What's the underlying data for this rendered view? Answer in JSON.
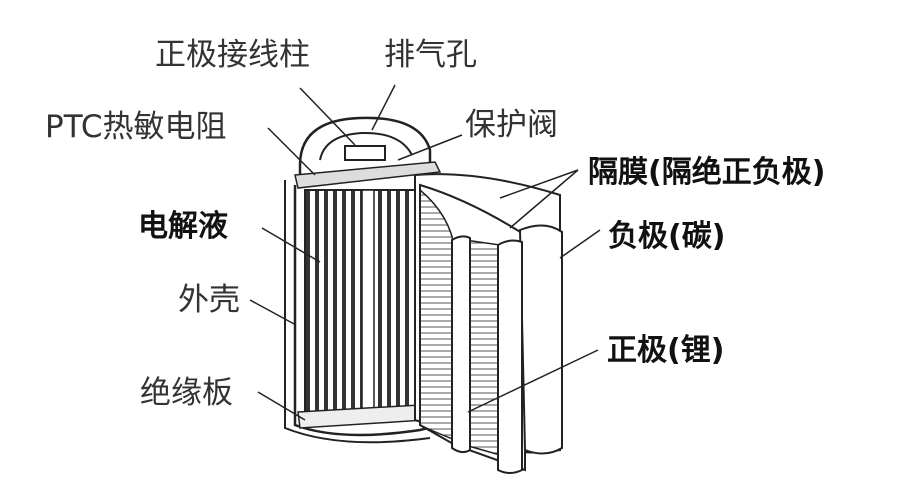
{
  "labels": {
    "positive_terminal": "正极接线柱",
    "vent": "排气孔",
    "ptc": "PTC热敏电阻",
    "safety_valve": "保护阀",
    "separator": "隔膜(隔绝正负极)",
    "electrolyte": "电解液",
    "negative_electrode": "负极(碳)",
    "casing": "外壳",
    "positive_electrode": "正极(锂)",
    "insulating_plate": "绝缘板"
  }
}
